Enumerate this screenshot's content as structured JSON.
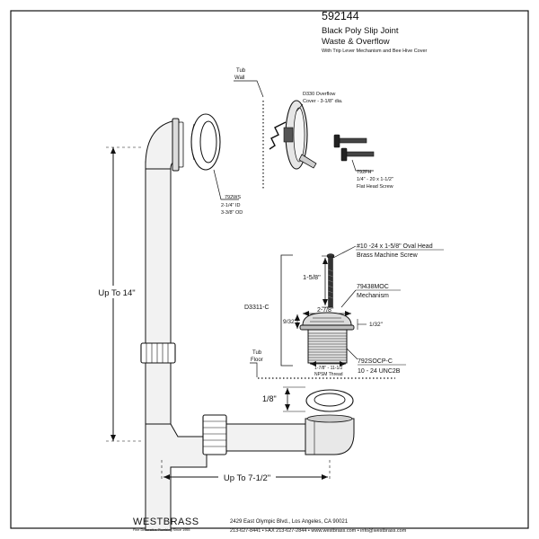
{
  "header": {
    "part_number": "592144",
    "title_line1": "Black Poly Slip Joint",
    "title_line2": "Waste & Overflow",
    "subtitle": "With Trip Lever Mechanism and Bee Hive Cover"
  },
  "labels": {
    "tub_wall_1": "Tub",
    "tub_wall_2": "Wall",
    "overflow_cover_1": "D330 Overflow",
    "overflow_cover_2": "Cover - 3-1/8\" dia.",
    "flat_screw_1": "792FH",
    "flat_screw_2": "1/4\" - 20 x 1-1/2\"",
    "flat_screw_3": "Flat Head Screw",
    "washer_1": "792WS",
    "washer_2": "2-1/4\" ID",
    "washer_3": "3-3/8\" OD",
    "up_to_14": "Up To 14\"",
    "oval_screw_1": "#10 -24 x 1-5/8\" Oval Head",
    "oval_screw_2": "Brass Machine Screw",
    "dim_1_5_8": "1-5/8\"",
    "mech_1": "79438MOC",
    "mech_2": "Mechanism",
    "d3311": "D3311-C",
    "dim_2_7_8": "2-7/8\"",
    "dim_9_32": "9/32\"",
    "dim_1_32": "1/32\"",
    "tub_floor_1": "Tub",
    "tub_floor_2": "Floor",
    "socp_1": "792SOCP-C",
    "socp_2": "10 - 24 UNC2B",
    "npsm_1": "1-7/8\" - 11-1/2",
    "npsm_2": "NPSM Thread",
    "dim_1_8": "1/8\"",
    "up_to_7_5": "Up To 7-1/2\""
  },
  "footer": {
    "brand": "WESTBRASS",
    "tagline": "Fine Decorative Plumbing Since 1955",
    "address": "2429 East Olympic Blvd., Los Angeles, CA  90021",
    "contact": "213-627-8441 • FAX 213-627-2844 • www.westbrass.com • info@westbrass.com"
  },
  "colors": {
    "line": "#111111",
    "fill_light": "#f2f2f2",
    "fill_mid": "#cfcfcf",
    "fill_dark": "#555555"
  }
}
